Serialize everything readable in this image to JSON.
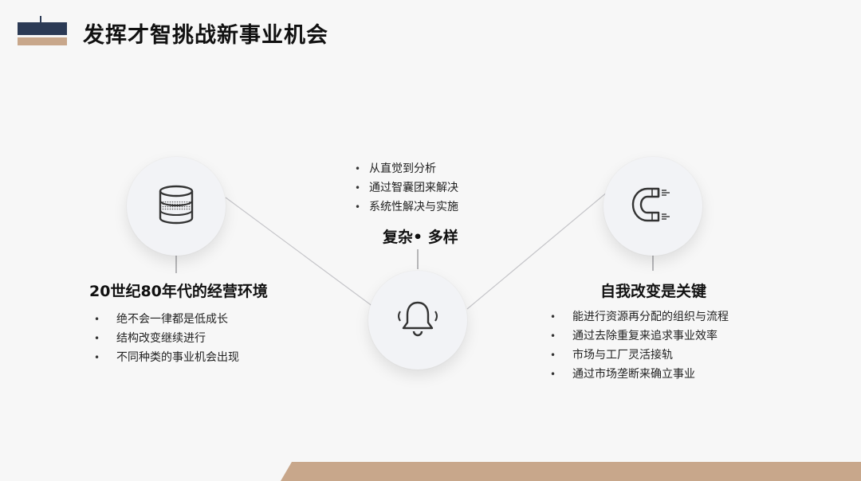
{
  "title": "发挥才智挑战新事业机会",
  "colors": {
    "navy": "#2b3a55",
    "tan": "#c8a78b",
    "line": "#c4c4c8",
    "background": "#f7f7f7"
  },
  "left": {
    "icon": "database-icon",
    "heading": "20世纪80年代的经营环境",
    "bullets": [
      "绝不会一律都是低成长",
      "结构改变继续进行",
      "不同种类的事业机会出现"
    ]
  },
  "center": {
    "icon": "bell-icon",
    "heading": "复杂• 多样",
    "bullets": [
      "从直觉到分析",
      "通过智囊团来解决",
      "系统性解决与实施"
    ]
  },
  "right": {
    "icon": "magnet-icon",
    "heading": "自我改变是关键",
    "bullets": [
      "能进行资源再分配的组织与流程",
      "通过去除重复来追求事业效率",
      "市场与工厂灵活接轨",
      "通过市场垄断来确立事业"
    ]
  },
  "bullet_char": "•"
}
